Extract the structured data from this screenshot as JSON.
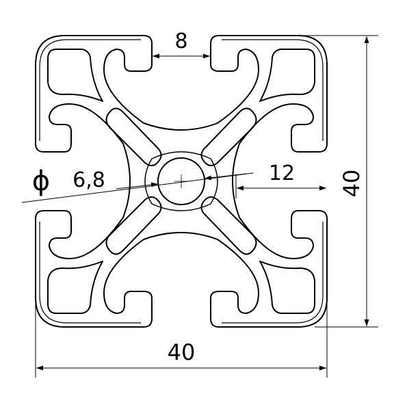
{
  "dimensions": {
    "slot_width": "8",
    "bore_diameter_symbol": "ϕ",
    "bore_diameter": "6,8",
    "slot_depth": "12",
    "height": "40",
    "width": "40"
  },
  "colors": {
    "line": "#000000",
    "background": "#ffffff"
  }
}
